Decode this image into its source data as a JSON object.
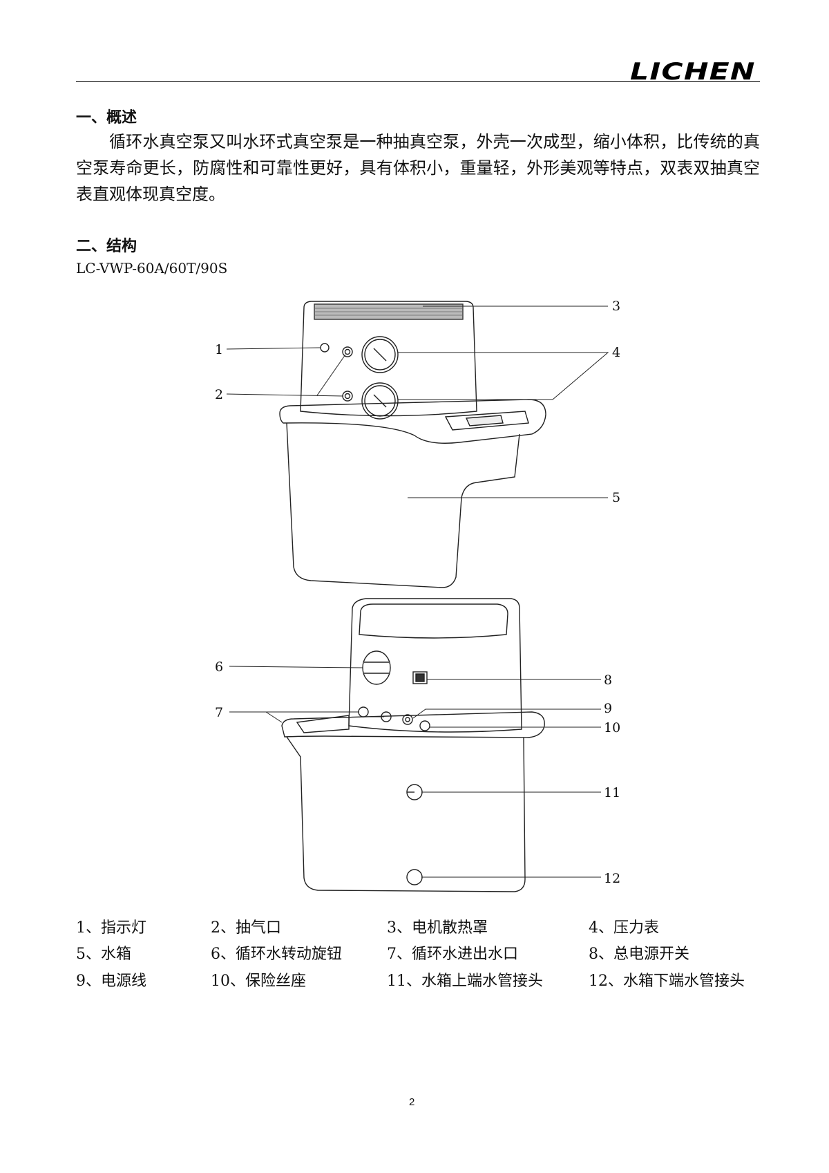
{
  "header": {
    "logo_text": "LICHEN"
  },
  "section1": {
    "heading": "一、概述",
    "paragraph": "循环水真空泵又叫水环式真空泵是一种抽真空泵，外壳一次成型，缩小体积，比传统的真空泵寿命更长，防腐性和可靠性更好，具有体积小，重量轻，外形美观等特点，双表双抽真空表直观体现真空度。"
  },
  "section2": {
    "heading": "二、结构",
    "model": "LC-VWP-60A/60T/90S"
  },
  "diagram": {
    "callouts": [
      "1",
      "2",
      "3",
      "4",
      "5",
      "6",
      "7",
      "8",
      "9",
      "10",
      "11",
      "12"
    ]
  },
  "legend": [
    "1、指示灯",
    "2、抽气口",
    "3、电机散热罩",
    "4、压力表",
    "5、水箱",
    "6、循环水转动旋钮",
    "7、循环水进出水口",
    "8、总电源开关",
    "9、电源线",
    "10、保险丝座",
    "11、水箱上端水管接头",
    "12、水箱下端水管接头"
  ],
  "footer": {
    "page_number": "2"
  }
}
